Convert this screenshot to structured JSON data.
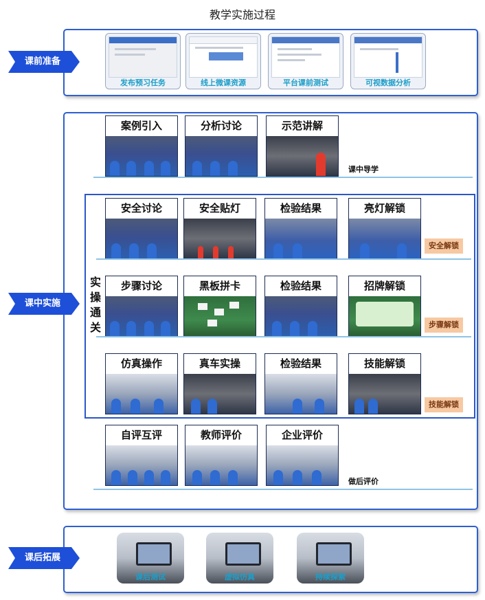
{
  "title": "教学实施过程",
  "stages": {
    "pre": {
      "label": "课前准备",
      "items": [
        "发布预习任务",
        "线上微课资源",
        "平台课前测试",
        "可视数据分析"
      ]
    },
    "during": {
      "label": "课中实施"
    },
    "post": {
      "label": "课后拓展",
      "items": [
        "课后测试",
        "虚拟仿真",
        "持续探索"
      ]
    }
  },
  "guide": {
    "label": "课中导学",
    "cards": [
      "案例引入",
      "分析讨论",
      "示范讲解"
    ]
  },
  "practice": {
    "label": "实操通关",
    "rows": [
      {
        "cards": [
          "安全讨论",
          "安全贴灯",
          "检验结果",
          "亮灯解锁"
        ],
        "tag": "安全解锁"
      },
      {
        "cards": [
          "步骤讨论",
          "黑板拼卡",
          "检验结果",
          "招牌解锁"
        ],
        "tag": "步骤解锁"
      },
      {
        "cards": [
          "仿真操作",
          "真车实操",
          "检验结果",
          "技能解锁"
        ],
        "tag": "技能解锁"
      }
    ]
  },
  "evaluation": {
    "label": "做后评价",
    "cards": [
      "自评互评",
      "教师评价",
      "企业评价"
    ]
  },
  "colors": {
    "arrow": "#1e4fd8",
    "frame": "#2a56c9",
    "caption": "#1d9ec9",
    "tag": "#f6c9a3"
  }
}
